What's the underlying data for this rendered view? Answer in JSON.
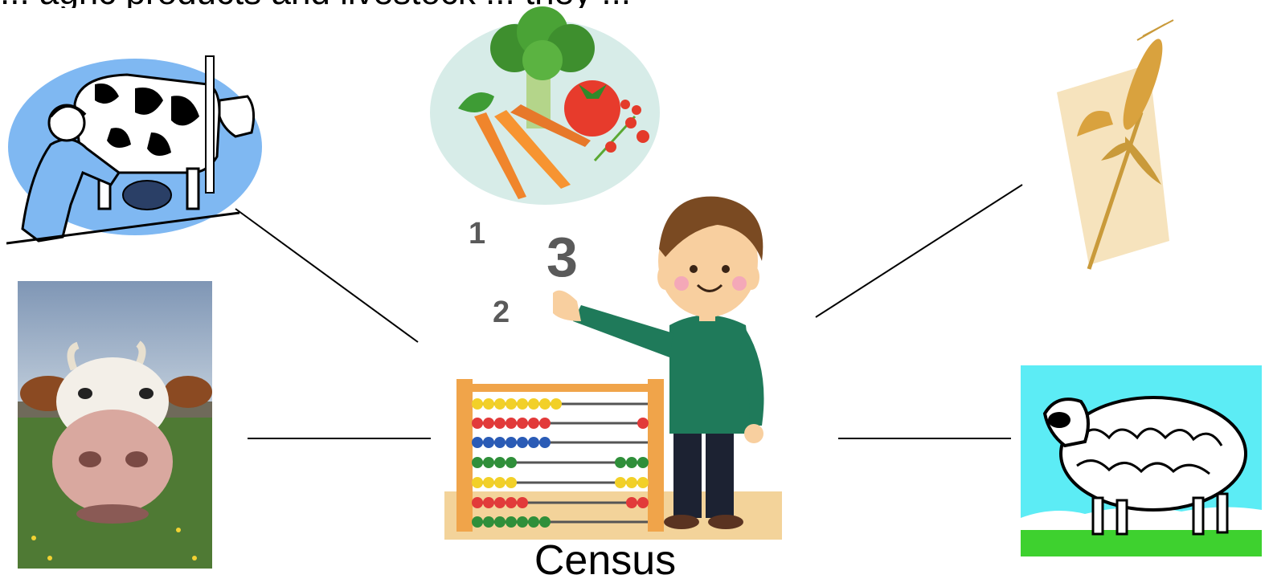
{
  "header": {
    "text": "... agric products and livestock ... they ..."
  },
  "center": {
    "caption": "Census",
    "numbers": [
      "1",
      "3",
      "2"
    ]
  },
  "icons": {
    "milking": "milking-cow-icon",
    "vegetables": "vegetables-icon",
    "wheat": "wheat-icon",
    "cow": "cow-photo-icon",
    "sheep": "sheep-icon",
    "boy_abacus": "boy-abacus-icon"
  },
  "colors": {
    "sky_blue": "#7fb8f2",
    "veg_plate": "#d7ece8",
    "shirt": "#1f7a5a",
    "abacus_frame": "#f0a44a",
    "sheep_sky": "#5cecf5",
    "grass": "#3ed12f"
  }
}
